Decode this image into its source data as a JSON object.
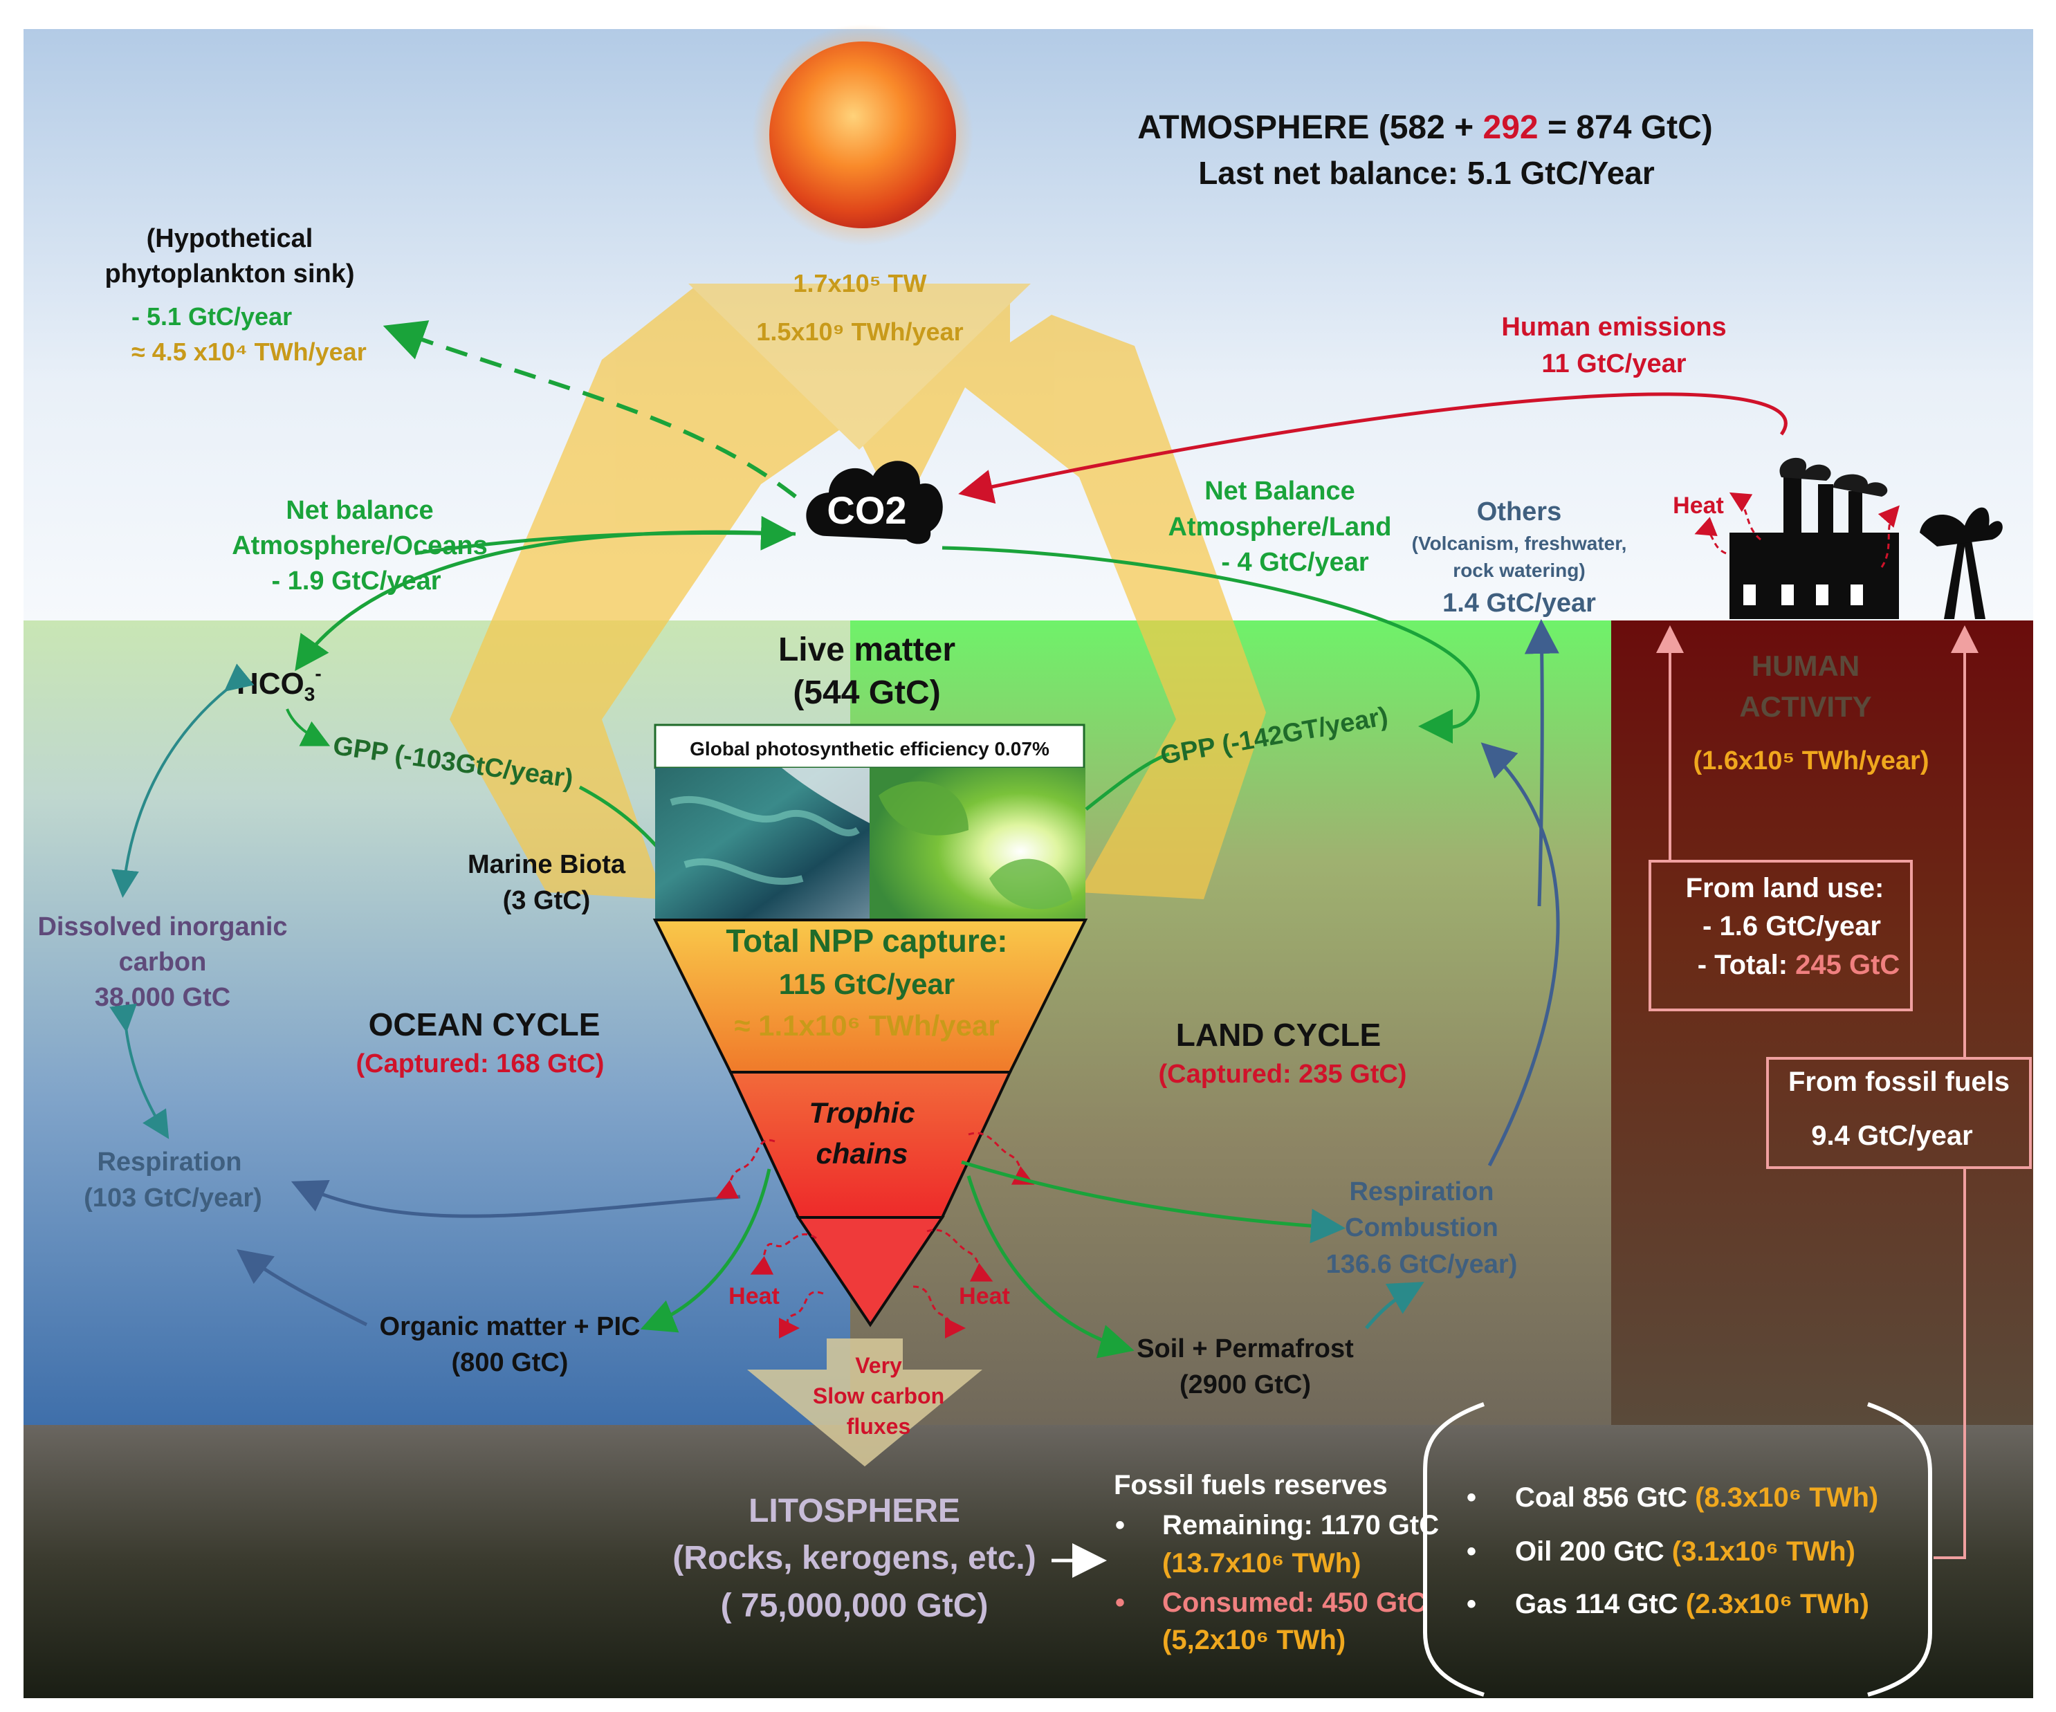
{
  "colors": {
    "green": "#1aa33a",
    "dark_green": "#1f6b2a",
    "red": "#d0122a",
    "orange": "#f0a81e",
    "gold": "#c89a1a",
    "teal": "#2a8a8a",
    "slate": "#3f5f7f",
    "purple": "#5f4a7a",
    "pink": "#f08080",
    "white": "#ffffff",
    "lavender": "#c8bcd8"
  },
  "atmosphere": {
    "title_pre": "ATMOSPHERE (582 + ",
    "title_red": "292",
    "title_post": " = 874 GtC)",
    "balance": "Last net balance: 5.1 GtC/Year"
  },
  "sun": {
    "power": "1.7x10⁵ TW",
    "energy": "1.5x10⁹ TWh/year"
  },
  "co2_cloud": {
    "label": "CO2"
  },
  "phytoplankton": {
    "line1": "(Hypothetical",
    "line2": "phytoplankton sink)",
    "flux": "- 5.1 GtC/year",
    "energy": "≈ 4.5 x10⁴ TWh/year"
  },
  "human_emissions": {
    "line1": "Human emissions",
    "line2": "11  GtC/year"
  },
  "net_oceans": {
    "line1": "Net balance",
    "line2": "Atmosphere/Oceans",
    "line3": "- 1.9 GtC/year"
  },
  "net_land": {
    "line1": "Net Balance",
    "line2": "Atmosphere/Land",
    "line3": "- 4 GtC/year"
  },
  "others": {
    "title": "Others",
    "line1": "(Volcanism, freshwater,",
    "line2": "rock watering)",
    "flux": "1.4 GtC/year"
  },
  "factory": {
    "heat": "Heat"
  },
  "ocean": {
    "hco3": "HCO",
    "hco3_sub": "3",
    "hco3_sup": "-",
    "gpp": "GPP (-103GtC/year)",
    "marine_biota_1": "Marine Biota",
    "marine_biota_2": "(3 GtC)",
    "dic_1": "Dissolved inorganic",
    "dic_2": "carbon",
    "dic_3": "38,000 GtC",
    "cycle": "OCEAN CYCLE",
    "captured": "(Captured: 168 GtC)",
    "resp_1": "Respiration",
    "resp_2": "(103  GtC/year)",
    "organic_1": "Organic matter + PIC",
    "organic_2": "(800 GtC)"
  },
  "live_matter": {
    "line1": "Live matter",
    "line2": "(544 GtC)",
    "efficiency": "Global photosynthetic efficiency 0.07%"
  },
  "pyramid": {
    "npp_1": "Total NPP capture:",
    "npp_2": "115 GtC/year",
    "npp_3": "≈ 1.1x10⁶ TWh/year",
    "trophic_1": "Trophic",
    "trophic_2": "chains",
    "heat_left": "Heat",
    "heat_right": "Heat",
    "slow_1": "Very",
    "slow_2": "Slow carbon",
    "slow_3": "fluxes"
  },
  "land": {
    "gpp": "GPP (-142GT/year)",
    "cycle": "LAND CYCLE",
    "captured": "(Captured: 235 GtC)",
    "resp_1": "Respiration",
    "resp_2": "Combustion",
    "resp_3": "136.6 GtC/year)",
    "soil_1": "Soil + Permafrost",
    "soil_2": "(2900 GtC)"
  },
  "human": {
    "title_1": "HUMAN",
    "title_2": "ACTIVITY",
    "energy": "(1.6x10⁵ TWh/year)",
    "landuse_title": "From land use:",
    "landuse_1": "- 1.6 GtC/year",
    "landuse_2_pre": "- Total: ",
    "landuse_2_val": "245 GtC",
    "fossil_title": "From fossil fuels",
    "fossil_flux": "9.4 GtC/year"
  },
  "lithosphere": {
    "title": "LITOSPHERE",
    "line1": "(Rocks, kerogens, etc.)",
    "line2": "( 75,000,000 GtC)",
    "arrow": "→"
  },
  "reserves": {
    "title": "Fossil fuels reserves",
    "bullet": "•",
    "remaining": "Remaining: 1170 GtC",
    "remaining_energy": "(13.7x10⁶ TWh)",
    "consumed": "Consumed: 450 GtC",
    "consumed_energy": "(5,2x10⁶ TWh)",
    "coal": "Coal  856 GtC ",
    "coal_energy": "(8.3x10⁶ TWh)",
    "oil": "Oil 200 GtC ",
    "oil_energy": "(3.1x10⁶ TWh)",
    "gas": "Gas 114 GtC  ",
    "gas_energy": "(2.3x10⁶ TWh)"
  }
}
